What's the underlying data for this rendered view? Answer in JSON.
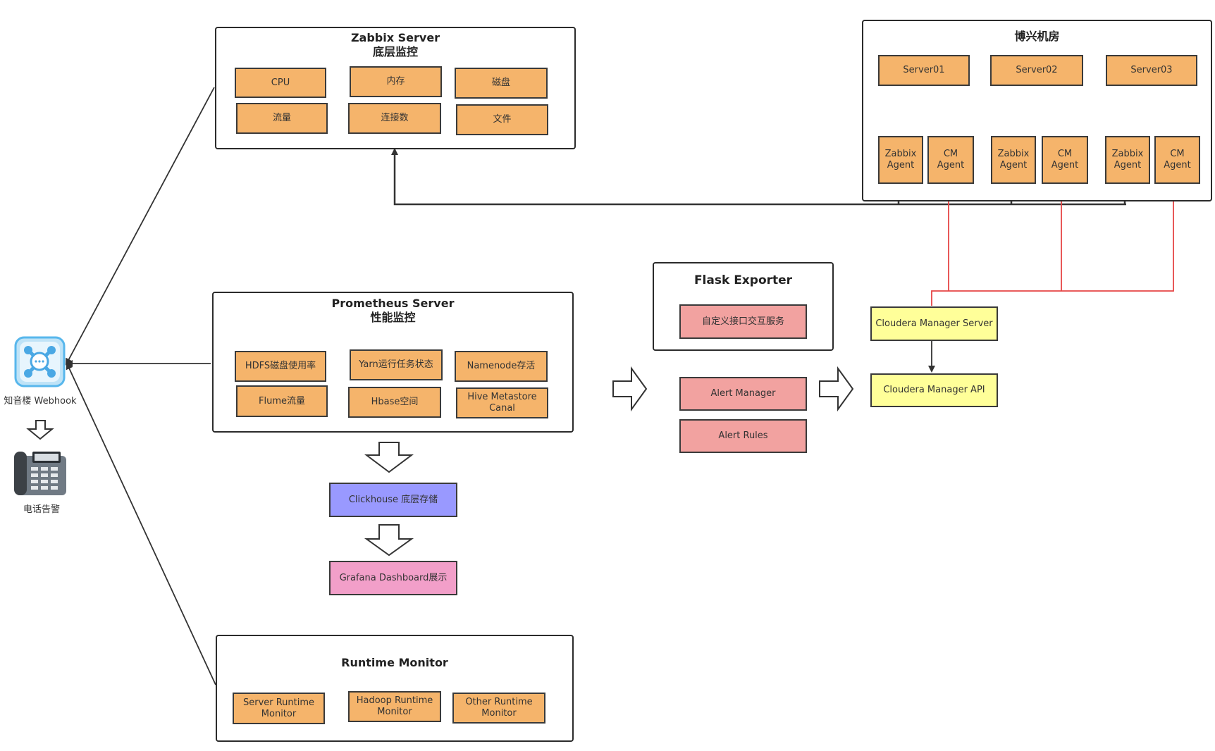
{
  "zabbix": {
    "title_line1": "Zabbix Server",
    "title_line2": "底层监控",
    "items": [
      "CPU",
      "内存",
      "磁盘",
      "流量",
      "连接数",
      "文件"
    ]
  },
  "datacenter": {
    "title": "博兴机房",
    "servers": [
      "Server01",
      "Server02",
      "Server03"
    ],
    "agents": [
      "Zabbix Agent",
      "CM Agent",
      "Zabbix Agent",
      "CM Agent",
      "Zabbix Agent",
      "CM Agent"
    ]
  },
  "prometheus": {
    "title_line1": "Prometheus Server",
    "title_line2": "性能监控",
    "items": [
      "HDFS磁盘使用率",
      "Yarn运行任务状态",
      "Namenode存活",
      "Flume流量",
      "Hbase空间",
      "Hive Metastore Canal"
    ]
  },
  "flask": {
    "title": "Flask Exporter",
    "item": "自定义接口交互服务"
  },
  "alert": {
    "manager": "Alert Manager",
    "rules": "Alert Rules"
  },
  "cloudera": {
    "server": "Cloudera Manager Server",
    "api": "Cloudera Manager API"
  },
  "storage": {
    "clickhouse": "Clickhouse 底层存储",
    "grafana": "Grafana Dashboard展示"
  },
  "runtime": {
    "title": "Runtime Monitor",
    "items": [
      "Server Runtime Monitor",
      "Hadoop Runtime Monitor",
      "Other Runtime Monitor"
    ]
  },
  "notify": {
    "webhook": "知音楼 Webhook",
    "phone": "电话告警"
  },
  "colors": {
    "orange": "#f5b46b",
    "pink": "#f2a2a0",
    "yellow": "#ffff99",
    "blue": "#9999ff",
    "magenta": "#f29fc9",
    "red_line": "#e64545",
    "dark_line": "#333333"
  }
}
